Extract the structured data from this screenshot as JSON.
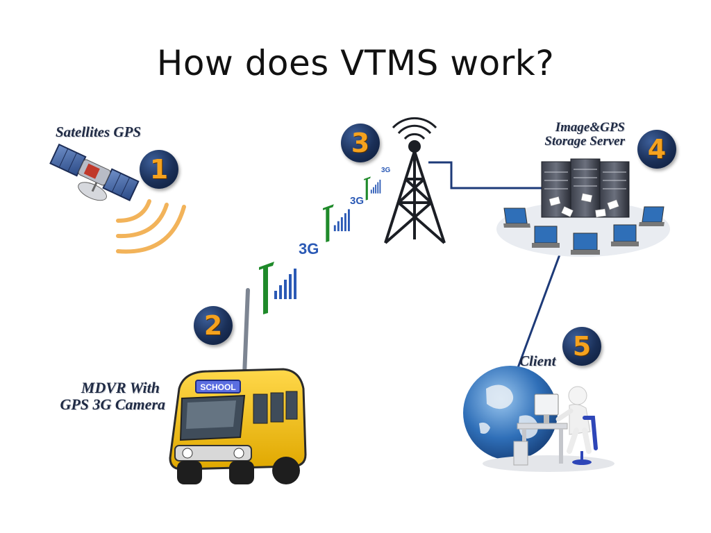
{
  "title": "How does VTMS work?",
  "steps": [
    {
      "num": "1",
      "label": "Satellites GPS"
    },
    {
      "num": "2",
      "label_line1": "MDVR With",
      "label_line2": "GPS 3G Camera"
    },
    {
      "num": "3"
    },
    {
      "num": "4",
      "label_line1": "Image&GPS",
      "label_line2": "Storage Server"
    },
    {
      "num": "5",
      "label": "Client"
    }
  ],
  "signal": {
    "text": "3G"
  },
  "bus": {
    "sign": "SCHOOL"
  },
  "colors": {
    "badge": "#1a2f57",
    "badge_text": "#f5a21e",
    "signal_bar": "#1f8a2a",
    "link_line": "#2a4a8a",
    "bus": "#f4c21a"
  },
  "icons": [
    "satellite-icon",
    "gps-wave-icon",
    "cell-tower-icon",
    "server-rack-icon",
    "laptop-icon",
    "globe-icon",
    "person-at-desk-icon",
    "school-bus-icon",
    "3g-signal-icon"
  ]
}
